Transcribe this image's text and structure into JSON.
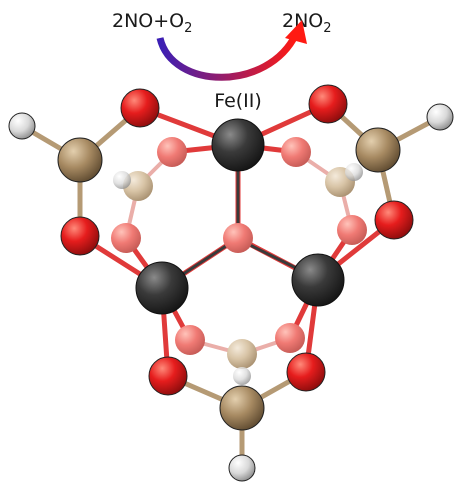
{
  "reaction": {
    "reactants": {
      "prefix": "2NO+O",
      "subscript": "2"
    },
    "products": {
      "prefix": "2NO",
      "subscript": "2"
    },
    "arrow_colors": {
      "start": "#3b1fb5",
      "end": "#ff1a12"
    }
  },
  "labels": {
    "fe_site": "Fe(II)"
  },
  "atom_colors": {
    "Fe": "#2f2f2f",
    "O": "#e31c1c",
    "P_or_Si": "#a78a62",
    "H": "#d9d9d9",
    "bond_Fe_O": "#e03a3a"
  }
}
